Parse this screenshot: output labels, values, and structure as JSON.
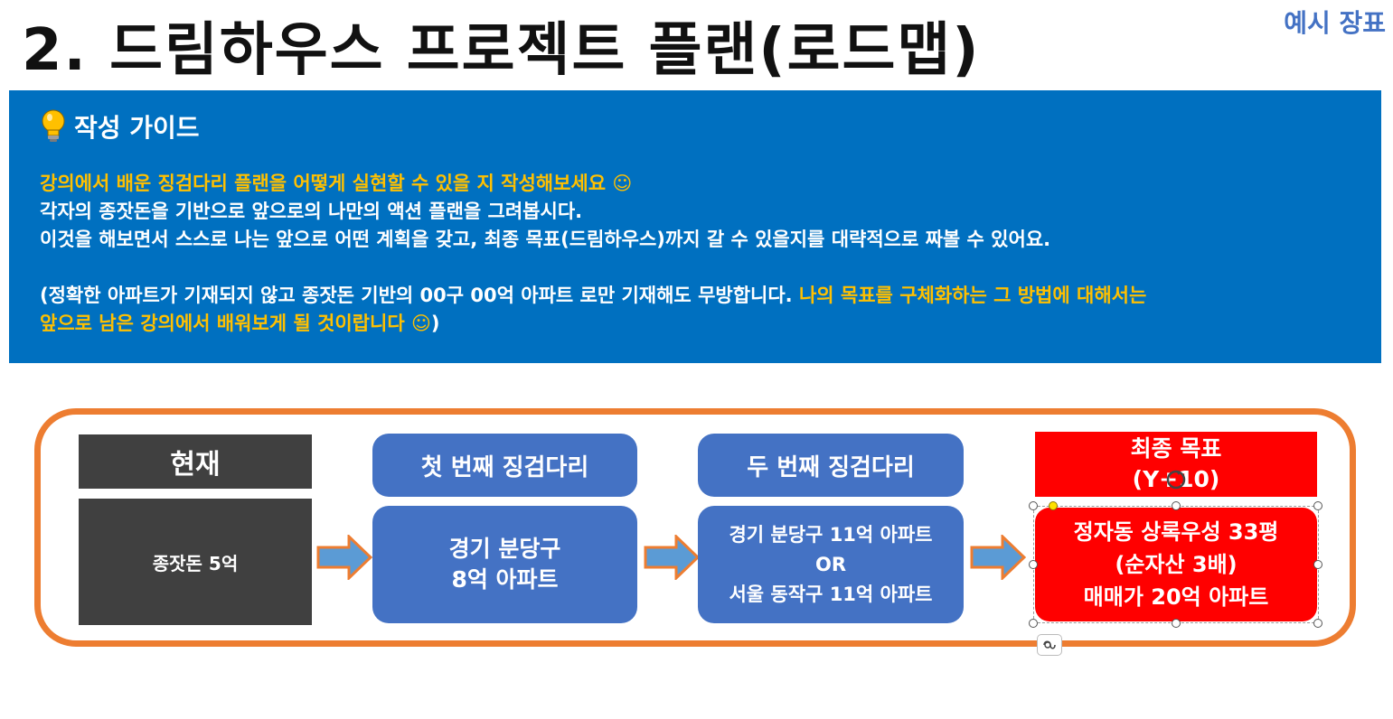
{
  "slide": {
    "title": "2. 드림하우스 프로젝트 플랜(로드맵)",
    "corner_label": "예시 장표"
  },
  "colors": {
    "guide_bg": "#0070C0",
    "highlight_text": "#FFC000",
    "body_text": "#FFFFFF",
    "frame_orange": "#ED7D31",
    "box_blue": "#4472C4",
    "box_red": "#FF0000",
    "box_dark": "#404040",
    "corner_label": "#4472C4"
  },
  "guide": {
    "icon": "lightbulb-icon",
    "title": "작성 가이드",
    "line1": "강의에서 배운 징검다리 플랜을 어떻게 실현할 수 있을 지 작성해보세요 ☺",
    "line2": "각자의 종잣돈을 기반으로 앞으로의 나만의 액션 플랜을 그려봅시다.",
    "line3": "이것을 해보면서 스스로 나는 앞으로 어떤 계획을 갖고, 최종 목표(드림하우스)까지 갈 수 있을지를 대략적으로 짜볼 수 있어요.",
    "line4_white": "(정확한 아파트가 기재되지 않고 종잣돈 기반의 00구 00억 아파트 로만 기재해도 무방합니다.",
    "line4_yellow": " 나의 목표를 구체화하는 그 방법에 대해서는",
    "line5_yellow": "앞으로 남은 강의에서 배워보게 될 것이랍니다 ☺",
    "line5_white": ")"
  },
  "roadmap": {
    "current": {
      "header": "현재",
      "content": "종잣돈 5억"
    },
    "step1": {
      "header": "첫 번째 징검다리",
      "line1": "경기 분당구",
      "line2": "8억 아파트"
    },
    "step2": {
      "header": "두 번째 징검다리",
      "line1": "경기 분당구 11억 아파트",
      "line2": "OR",
      "line3": "서울 동작구 11억 아파트"
    },
    "goal": {
      "header_line1": "최종 목표",
      "header_line2": "(Y+10)",
      "line1": "정자동 상록우성 33평",
      "line2": "(순자산 3배)",
      "line3": "매매가 20억 아파트"
    }
  }
}
